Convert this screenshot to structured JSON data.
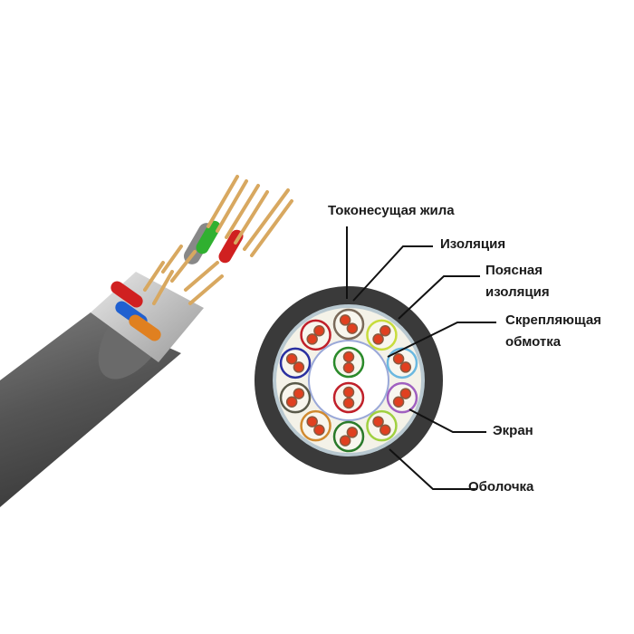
{
  "labels": {
    "conductor": "Токонесущая жила",
    "insulation": "Изоляция",
    "belt_insulation_1": "Поясная",
    "belt_insulation_2": "изоляция",
    "binding_tape_1": "Скрепляющая",
    "binding_tape_2": "обмотка",
    "screen": "Экран",
    "sheath": "Оболочка"
  },
  "pair_colors": {
    "ring": [
      "#7a6a5a",
      "#c8dc3c",
      "#6ab8e0",
      "#a060c0",
      "#a0d040",
      "#2a7a2a",
      "#d08a30",
      "#5a5a4a",
      "#2a30a0",
      "#c0202a"
    ],
    "center": [
      "#2a8a2a",
      "#c0202a"
    ]
  },
  "colors": {
    "sheath": "#3a3a3a",
    "screen": "#b8c8d0",
    "filler": "#f4f2e8",
    "conductor": "#e04020"
  }
}
